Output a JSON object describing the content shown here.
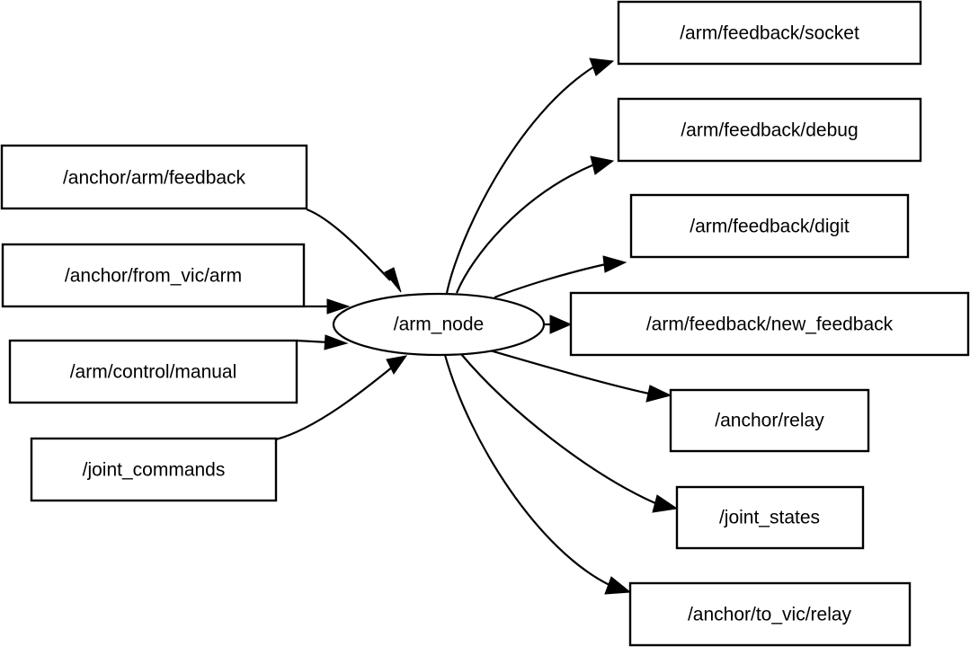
{
  "graph": {
    "type": "ros-node-graph",
    "background_color": "#ffffff",
    "stroke_color": "#000000",
    "center_node": {
      "id": "arm_node",
      "label": "/arm_node",
      "shape": "ellipse"
    },
    "inputs": [
      {
        "id": "anchor-arm-feedback",
        "label": "/anchor/arm/feedback",
        "shape": "rect"
      },
      {
        "id": "anchor-from-vic-arm",
        "label": "/anchor/from_vic/arm",
        "shape": "rect"
      },
      {
        "id": "arm-control-manual",
        "label": "/arm/control/manual",
        "shape": "rect"
      },
      {
        "id": "joint-commands",
        "label": "/joint_commands",
        "shape": "rect"
      }
    ],
    "outputs": [
      {
        "id": "arm-feedback-socket",
        "label": "/arm/feedback/socket",
        "shape": "rect"
      },
      {
        "id": "arm-feedback-debug",
        "label": "/arm/feedback/debug",
        "shape": "rect"
      },
      {
        "id": "arm-feedback-digit",
        "label": "/arm/feedback/digit",
        "shape": "rect"
      },
      {
        "id": "arm-feedback-new-feedback",
        "label": "/arm/feedback/new_feedback",
        "shape": "rect"
      },
      {
        "id": "anchor-relay",
        "label": "/anchor/relay",
        "shape": "rect"
      },
      {
        "id": "joint-states",
        "label": "/joint_states",
        "shape": "rect"
      },
      {
        "id": "anchor-to-vic-relay",
        "label": "/anchor/to_vic/relay",
        "shape": "rect"
      }
    ],
    "edges": [
      {
        "from": "/anchor/arm/feedback",
        "to": "/arm_node"
      },
      {
        "from": "/anchor/from_vic/arm",
        "to": "/arm_node"
      },
      {
        "from": "/arm/control/manual",
        "to": "/arm_node"
      },
      {
        "from": "/joint_commands",
        "to": "/arm_node"
      },
      {
        "from": "/arm_node",
        "to": "/arm/feedback/socket"
      },
      {
        "from": "/arm_node",
        "to": "/arm/feedback/debug"
      },
      {
        "from": "/arm_node",
        "to": "/arm/feedback/digit"
      },
      {
        "from": "/arm_node",
        "to": "/arm/feedback/new_feedback"
      },
      {
        "from": "/arm_node",
        "to": "/anchor/relay"
      },
      {
        "from": "/arm_node",
        "to": "/joint_states"
      },
      {
        "from": "/arm_node",
        "to": "/anchor/to_vic/relay"
      }
    ]
  }
}
